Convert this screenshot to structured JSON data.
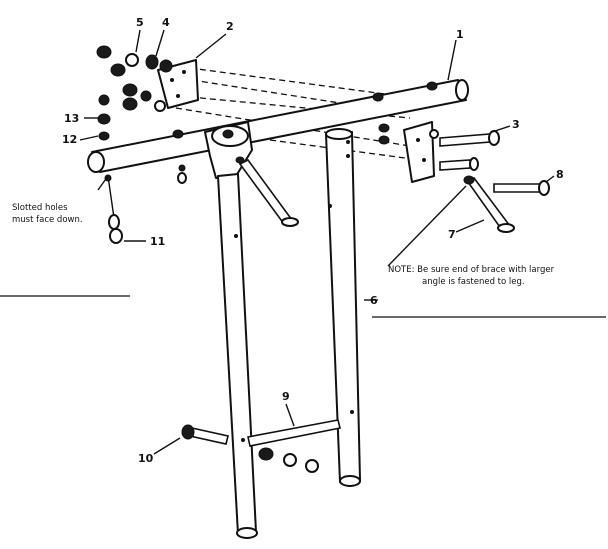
{
  "callouts": {
    "c1": "1",
    "c2": "2",
    "c3": "3",
    "c4": "4",
    "c5": "5",
    "c6": "6",
    "c7": "7",
    "c8": "8",
    "c9": "9",
    "c10": "10",
    "c11": "11",
    "c12": "12",
    "c13": "13"
  },
  "notes": {
    "slotted_line1": "Slotted holes",
    "slotted_line2": "must face down.",
    "note_line1": "NOTE: Be sure end of brace with larger",
    "note_line2": "angle is fastened to leg."
  }
}
